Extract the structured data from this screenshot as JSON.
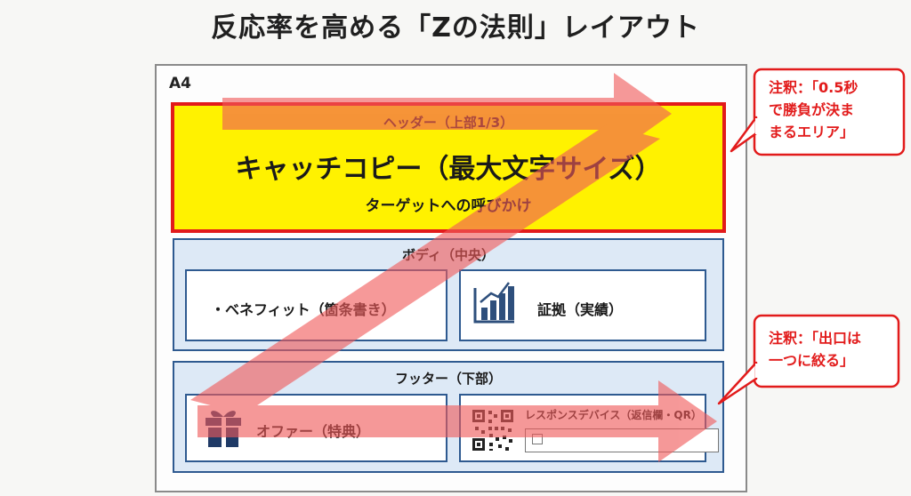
{
  "title": "反応率を高める「Zの法則」レイアウト",
  "sheet_label": "A4",
  "header": {
    "label": "ヘッダー（上部1/3）",
    "catch_copy": "キャッチコピー（最大文字サイズ）",
    "target": "ターゲットへの呼びかけ"
  },
  "body": {
    "label": "ボディ（中央）",
    "benefit": "・ベネフィット（箇条書き）",
    "evidence": "証拠（実績）",
    "evidence_icon": "bar-chart-icon"
  },
  "footer": {
    "label": "フッター（下部）",
    "offer": "オファー（特典）",
    "offer_icon": "gift-icon",
    "response": "レスポンスデバイス（返信欄・QR）",
    "response_icon": "qr-code-icon"
  },
  "callouts": [
    {
      "line1": "注釈：「0.5秒",
      "line2": "で勝負が決ま",
      "line3": "まるエリア」"
    },
    {
      "line1": "注釈：「出口は",
      "line2": "一つに絞る」"
    }
  ],
  "colors": {
    "header_fill": "#fff200",
    "header_border": "#e21b1b",
    "panel_fill": "#dde9f6",
    "panel_border": "#2e5a90",
    "arrow": "#f05a5a",
    "callout_border": "#e21b1b"
  }
}
